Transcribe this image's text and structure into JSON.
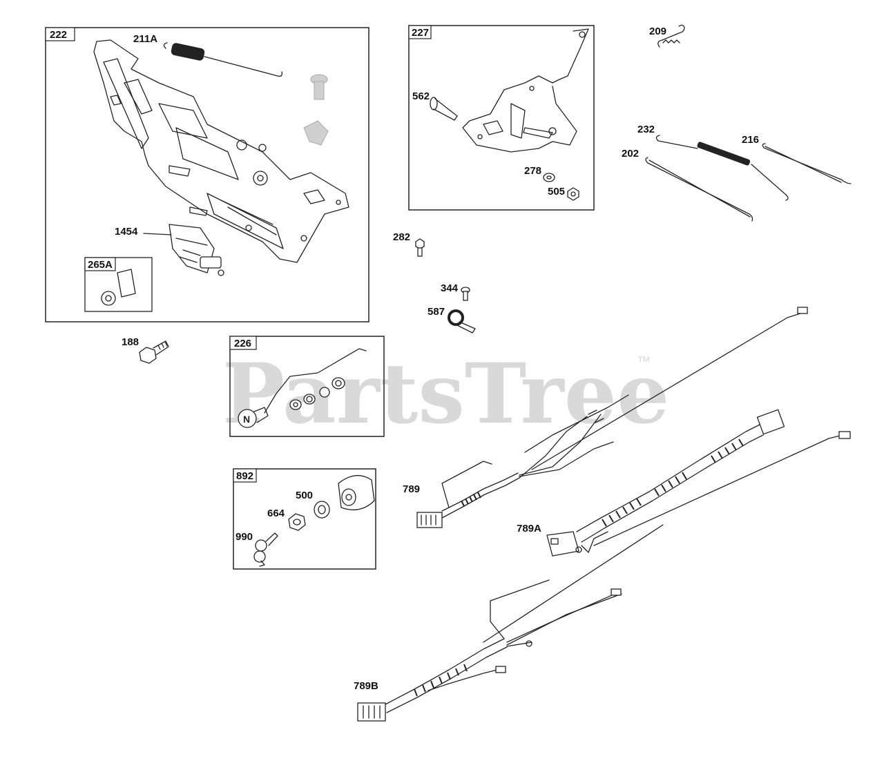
{
  "watermark": {
    "text": "PartsTree",
    "mark": "™"
  },
  "boxes": {
    "b222": "222",
    "b265A": "265A",
    "b227": "227",
    "b226": "226",
    "b892": "892"
  },
  "labels": {
    "l211A": "211A",
    "l1454": "1454",
    "l562": "562",
    "l278": "278",
    "l505": "505",
    "l209": "209",
    "l232": "232",
    "l216": "216",
    "l202": "202",
    "l282": "282",
    "l344": "344",
    "l587": "587",
    "l188": "188",
    "l500": "500",
    "l664": "664",
    "l990": "990",
    "l789": "789",
    "l789A": "789A",
    "l789B": "789B"
  }
}
